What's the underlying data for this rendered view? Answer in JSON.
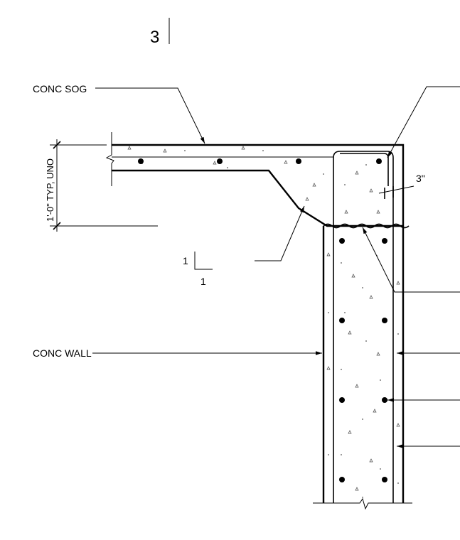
{
  "detail": {
    "number": "3"
  },
  "labels": {
    "conc_sog": "CONC SOG",
    "conc_wall": "CONC WALL",
    "slab_thickness": "1'-0\" TYP, UNO",
    "clearance": "3\"",
    "slope_rise": "1",
    "slope_run": "1"
  }
}
